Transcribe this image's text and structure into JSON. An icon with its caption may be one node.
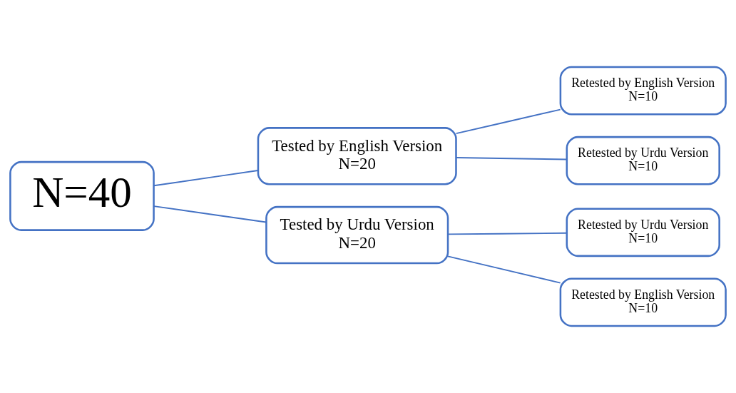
{
  "diagram": {
    "nodes": [
      {
        "text": [
          "N=40"
        ]
      },
      {
        "text": [
          "Tested by English Version",
          "N=20"
        ]
      },
      {
        "text": [
          "Tested by Urdu Version",
          "N=20"
        ]
      },
      {
        "text": [
          "Retested by English Version",
          "N=10"
        ]
      },
      {
        "text": [
          "Retested by Urdu Version",
          "N=10"
        ]
      },
      {
        "text": [
          "Retested by Urdu Version",
          "N=10"
        ]
      },
      {
        "text": [
          "Retested by English Version",
          "N=10"
        ]
      }
    ],
    "edges": [
      {
        "from": 0,
        "to": 1,
        "arrow": "none"
      },
      {
        "from": 0,
        "to": 2,
        "arrow": "none"
      },
      {
        "from": 1,
        "to": 3,
        "arrow": "none"
      },
      {
        "from": 1,
        "to": 4,
        "arrow": "none"
      },
      {
        "from": 2,
        "to": 5,
        "arrow": "none"
      },
      {
        "from": 2,
        "to": 6,
        "arrow": "none"
      }
    ]
  }
}
